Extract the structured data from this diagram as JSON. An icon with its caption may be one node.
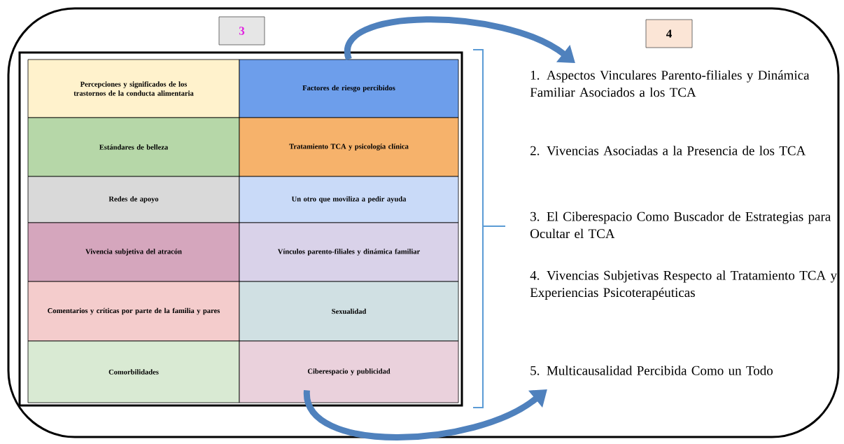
{
  "diagram": {
    "nodes": [
      {
        "text": [
          "3"
        ]
      },
      {
        "text": [
          "4"
        ]
      },
      {
        "text": [],
        "shape": "box"
      },
      {
        "text": [
          "Percepciones y significados de los trastornos de la conducta alimentaria"
        ],
        "in": 2
      },
      {
        "text": [
          "Factores de riesgo percibidos"
        ],
        "in": 2
      },
      {
        "text": [
          "Estándares de belleza"
        ],
        "in": 2
      },
      {
        "text": [
          "Tratamiento TCA y psicología clínica"
        ],
        "in": 2
      },
      {
        "text": [
          "Redes de apoyo"
        ],
        "in": 2
      },
      {
        "text": [
          "Un otro que moviliza a pedir ayuda"
        ],
        "in": 2
      },
      {
        "text": [
          "Vivencia subjetiva del atracón"
        ],
        "in": 2
      },
      {
        "text": [
          "Vínculos parento-filiales y dinámica familiar"
        ],
        "in": 2
      },
      {
        "text": [
          "Comentarios y críticas por parte de la familia y pares"
        ],
        "in": 2
      },
      {
        "text": [
          "Sexualidad"
        ],
        "in": 2
      },
      {
        "text": [
          "Comorbilidades"
        ],
        "in": 2
      },
      {
        "text": [
          "Ciberespacio y publicidad"
        ],
        "in": 2
      },
      {
        "text": [
          "1. Aspectos Vinculares Parento-filiales y Dinámica Familiar Asociados a los TCA"
        ]
      },
      {
        "text": [
          "5. Multicausalidad Percibida Como un Todo"
        ]
      }
    ],
    "edges": [
      {
        "from": 4,
        "to": 15,
        "arrow": "to"
      },
      {
        "from": 14,
        "to": 16,
        "arrow": "to"
      }
    ],
    "labels": [
      "2. Vivencias Asociadas a la Presencia de los TCA",
      "3. El Ciberespacio Como Buscador de Estrategias para Ocultar el TCA",
      "4. Vivencias Subjetivas Respecto al Tratamiento TCA y Experiencias Psicoterapéuticas"
    ]
  }
}
